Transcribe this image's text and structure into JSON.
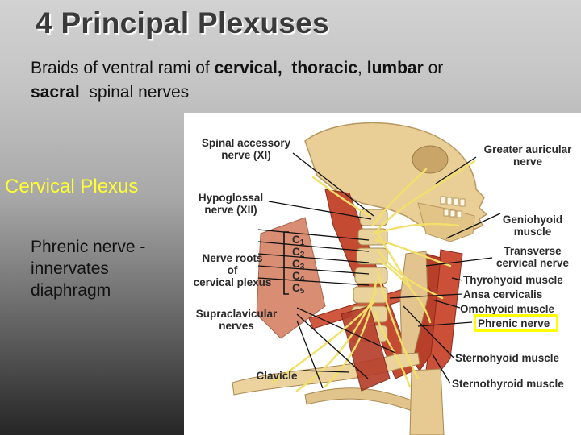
{
  "slide": {
    "title": "4 Principal Plexuses",
    "subtitle": {
      "part1": "Braids of ventral rami of ",
      "cervical": "cervical,",
      "thoracic": "thoracic",
      "comma": ",",
      "lumbar": "lumbar",
      "or": " or",
      "sacral": "sacral",
      "rest": "spinal  nerves"
    },
    "plexus_label": "Cervical Plexus",
    "phrenic_text": "Phrenic nerve - innervates diaphragm"
  },
  "figure": {
    "labels": {
      "spinal_accessory": "Spinal accessory\nnerve (XI)",
      "hypoglossal": "Hypoglossal\nnerve (XII)",
      "nerve_roots": "Nerve roots\nof\ncervical plexus",
      "supraclavicular": "Supraclavicular\nnerves",
      "clavicle": "Clavicle",
      "greater_auricular": "Greater auricular\nnerve",
      "geniohyoid": "Geniohyoid\nmuscle",
      "transverse_cervical": "Transverse\ncervical nerve",
      "thyrohyoid": "Thyrohyoid muscle",
      "ansa_cervicalis": "Ansa cervicalis",
      "omohyoid": "Omohyoid muscle",
      "phrenic": "Phrenic nerve",
      "sternohyoid": "Sternohyoid muscle",
      "sternothyroid": "Sternothyroid muscle"
    },
    "roots": [
      {
        "letter": "C",
        "num": "1"
      },
      {
        "letter": "C",
        "num": "2"
      },
      {
        "letter": "C",
        "num": "3"
      },
      {
        "letter": "C",
        "num": "4"
      },
      {
        "letter": "C",
        "num": "5"
      }
    ],
    "colors": {
      "highlight_box": "#ffff00",
      "bone": "#e6c78a",
      "muscle": "#c0432e",
      "nerve": "#f2e06a"
    }
  }
}
